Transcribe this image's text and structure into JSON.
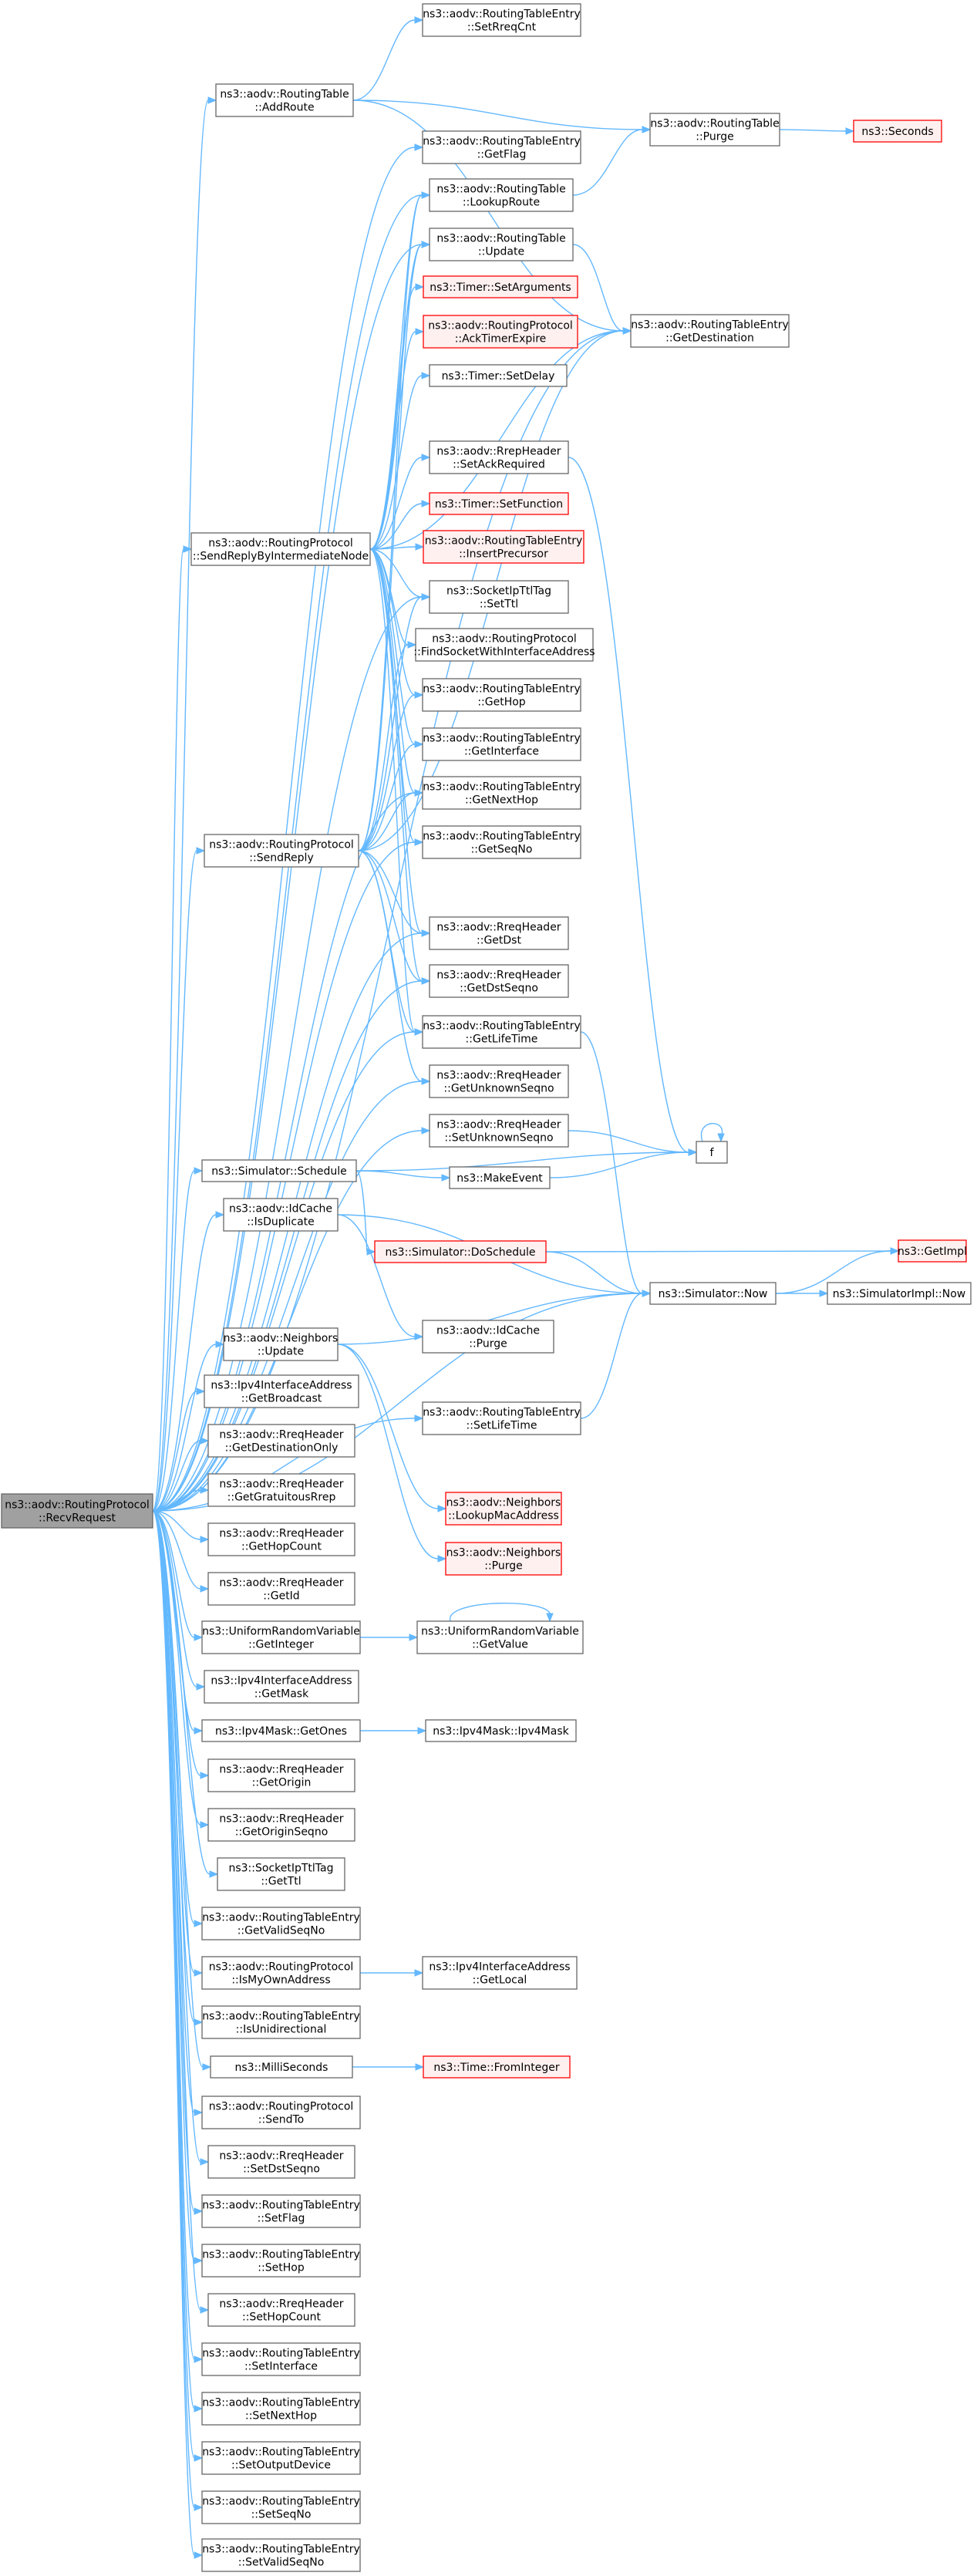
{
  "nodes": [
    {
      "id": "root",
      "lines": [
        "ns3::aodv::RoutingProtocol",
        "::RecvRequest"
      ],
      "style": "root"
    },
    {
      "id": "addRoute",
      "lines": [
        "ns3::aodv::RoutingTable",
        "::AddRoute"
      ]
    },
    {
      "id": "setRreqCnt",
      "lines": [
        "ns3::aodv::RoutingTableEntry",
        "::SetRreqCnt"
      ]
    },
    {
      "id": "getFlag",
      "lines": [
        "ns3::aodv::RoutingTableEntry",
        "::GetFlag"
      ]
    },
    {
      "id": "purgeRT",
      "lines": [
        "ns3::aodv::RoutingTable",
        "::Purge"
      ]
    },
    {
      "id": "seconds",
      "lines": [
        "ns3::Seconds"
      ],
      "style": "red"
    },
    {
      "id": "lookupRoute",
      "lines": [
        "ns3::aodv::RoutingTable",
        "::LookupRoute"
      ]
    },
    {
      "id": "updateRT",
      "lines": [
        "ns3::aodv::RoutingTable",
        "::Update"
      ]
    },
    {
      "id": "getDestination",
      "lines": [
        "ns3::aodv::RoutingTableEntry",
        "::GetDestination"
      ]
    },
    {
      "id": "setArguments",
      "lines": [
        "ns3::Timer::SetArguments"
      ],
      "style": "red"
    },
    {
      "id": "ackTimerExpire",
      "lines": [
        "ns3::aodv::RoutingProtocol",
        "::AckTimerExpire"
      ],
      "style": "red"
    },
    {
      "id": "setDelay",
      "lines": [
        "ns3::Timer::SetDelay"
      ]
    },
    {
      "id": "setAckRequired",
      "lines": [
        "ns3::aodv::RrepHeader",
        "::SetAckRequired"
      ]
    },
    {
      "id": "setFunction",
      "lines": [
        "ns3::Timer::SetFunction"
      ],
      "style": "red"
    },
    {
      "id": "insertPrecursor",
      "lines": [
        "ns3::aodv::RoutingTableEntry",
        "::InsertPrecursor"
      ],
      "style": "red"
    },
    {
      "id": "sendReplyByIntermediate",
      "lines": [
        "ns3::aodv::RoutingProtocol",
        "::SendReplyByIntermediateNode"
      ]
    },
    {
      "id": "setTtl",
      "lines": [
        "ns3::SocketIpTtlTag",
        "::SetTtl"
      ]
    },
    {
      "id": "findSocket",
      "lines": [
        "ns3::aodv::RoutingProtocol",
        "::FindSocketWithInterfaceAddress"
      ]
    },
    {
      "id": "getHop",
      "lines": [
        "ns3::aodv::RoutingTableEntry",
        "::GetHop"
      ]
    },
    {
      "id": "getInterface",
      "lines": [
        "ns3::aodv::RoutingTableEntry",
        "::GetInterface"
      ]
    },
    {
      "id": "getNextHop",
      "lines": [
        "ns3::aodv::RoutingTableEntry",
        "::GetNextHop"
      ]
    },
    {
      "id": "sendReply",
      "lines": [
        "ns3::aodv::RoutingProtocol",
        "::SendReply"
      ]
    },
    {
      "id": "getSeqNo",
      "lines": [
        "ns3::aodv::RoutingTableEntry",
        "::GetSeqNo"
      ]
    },
    {
      "id": "getDst",
      "lines": [
        "ns3::aodv::RreqHeader",
        "::GetDst"
      ]
    },
    {
      "id": "getDstSeqno",
      "lines": [
        "ns3::aodv::RreqHeader",
        "::GetDstSeqno"
      ]
    },
    {
      "id": "getLifeTime",
      "lines": [
        "ns3::aodv::RoutingTableEntry",
        "::GetLifeTime"
      ]
    },
    {
      "id": "getUnknownSeqno",
      "lines": [
        "ns3::aodv::RreqHeader",
        "::GetUnknownSeqno"
      ]
    },
    {
      "id": "setUnknownSeqno",
      "lines": [
        "ns3::aodv::RreqHeader",
        "::SetUnknownSeqno"
      ]
    },
    {
      "id": "f",
      "lines": [
        "f"
      ]
    },
    {
      "id": "schedule",
      "lines": [
        "ns3::Simulator::Schedule"
      ]
    },
    {
      "id": "makeEvent",
      "lines": [
        "ns3::MakeEvent"
      ]
    },
    {
      "id": "isDuplicate",
      "lines": [
        "ns3::aodv::IdCache",
        "::IsDuplicate"
      ]
    },
    {
      "id": "doSchedule",
      "lines": [
        "ns3::Simulator::DoSchedule"
      ],
      "style": "red"
    },
    {
      "id": "getImpl",
      "lines": [
        "ns3::GetImpl"
      ],
      "style": "red"
    },
    {
      "id": "now",
      "lines": [
        "ns3::Simulator::Now"
      ]
    },
    {
      "id": "implNow",
      "lines": [
        "ns3::SimulatorImpl::Now"
      ]
    },
    {
      "id": "idCachePurge",
      "lines": [
        "ns3::aodv::IdCache",
        "::Purge"
      ]
    },
    {
      "id": "neighborsUpdate",
      "lines": [
        "ns3::aodv::Neighbors",
        "::Update"
      ]
    },
    {
      "id": "getBroadcast",
      "lines": [
        "ns3::Ipv4InterfaceAddress",
        "::GetBroadcast"
      ]
    },
    {
      "id": "setLifeTime",
      "lines": [
        "ns3::aodv::RoutingTableEntry",
        "::SetLifeTime"
      ]
    },
    {
      "id": "getDestinationOnly",
      "lines": [
        "ns3::aodv::RreqHeader",
        "::GetDestinationOnly"
      ]
    },
    {
      "id": "lookupMac",
      "lines": [
        "ns3::aodv::Neighbors",
        "::LookupMacAddress"
      ],
      "style": "red"
    },
    {
      "id": "getGratuitous",
      "lines": [
        "ns3::aodv::RreqHeader",
        "::GetGratuitousRrep"
      ]
    },
    {
      "id": "neighborsPurge",
      "lines": [
        "ns3::aodv::Neighbors",
        "::Purge"
      ],
      "style": "red"
    },
    {
      "id": "getHopCount",
      "lines": [
        "ns3::aodv::RreqHeader",
        "::GetHopCount"
      ]
    },
    {
      "id": "getId",
      "lines": [
        "ns3::aodv::RreqHeader",
        "::GetId"
      ]
    },
    {
      "id": "getInteger",
      "lines": [
        "ns3::UniformRandomVariable",
        "::GetInteger"
      ]
    },
    {
      "id": "getValue",
      "lines": [
        "ns3::UniformRandomVariable",
        "::GetValue"
      ]
    },
    {
      "id": "getMask",
      "lines": [
        "ns3::Ipv4InterfaceAddress",
        "::GetMask"
      ]
    },
    {
      "id": "getOnes",
      "lines": [
        "ns3::Ipv4Mask::GetOnes"
      ]
    },
    {
      "id": "ipv4Mask",
      "lines": [
        "ns3::Ipv4Mask::Ipv4Mask"
      ]
    },
    {
      "id": "getOrigin",
      "lines": [
        "ns3::aodv::RreqHeader",
        "::GetOrigin"
      ]
    },
    {
      "id": "getOriginSeqno",
      "lines": [
        "ns3::aodv::RreqHeader",
        "::GetOriginSeqno"
      ]
    },
    {
      "id": "getTtl",
      "lines": [
        "ns3::SocketIpTtlTag",
        "::GetTtl"
      ]
    },
    {
      "id": "getValidSeqNo",
      "lines": [
        "ns3::aodv::RoutingTableEntry",
        "::GetValidSeqNo"
      ]
    },
    {
      "id": "isMyOwnAddress",
      "lines": [
        "ns3::aodv::RoutingProtocol",
        "::IsMyOwnAddress"
      ]
    },
    {
      "id": "getLocal",
      "lines": [
        "ns3::Ipv4InterfaceAddress",
        "::GetLocal"
      ]
    },
    {
      "id": "isUnidirectional",
      "lines": [
        "ns3::aodv::RoutingTableEntry",
        "::IsUnidirectional"
      ]
    },
    {
      "id": "milliSeconds",
      "lines": [
        "ns3::MilliSeconds"
      ]
    },
    {
      "id": "fromInteger",
      "lines": [
        "ns3::Time::FromInteger"
      ],
      "style": "red"
    },
    {
      "id": "sendTo",
      "lines": [
        "ns3::aodv::RoutingProtocol",
        "::SendTo"
      ]
    },
    {
      "id": "setDstSeqno",
      "lines": [
        "ns3::aodv::RreqHeader",
        "::SetDstSeqno"
      ]
    },
    {
      "id": "setFlag",
      "lines": [
        "ns3::aodv::RoutingTableEntry",
        "::SetFlag"
      ]
    },
    {
      "id": "setHop",
      "lines": [
        "ns3::aodv::RoutingTableEntry",
        "::SetHop"
      ]
    },
    {
      "id": "setHopCount",
      "lines": [
        "ns3::aodv::RreqHeader",
        "::SetHopCount"
      ]
    },
    {
      "id": "setInterface",
      "lines": [
        "ns3::aodv::RoutingTableEntry",
        "::SetInterface"
      ]
    },
    {
      "id": "setNextHop",
      "lines": [
        "ns3::aodv::RoutingTableEntry",
        "::SetNextHop"
      ]
    },
    {
      "id": "setOutputDevice",
      "lines": [
        "ns3::aodv::RoutingTableEntry",
        "::SetOutputDevice"
      ]
    },
    {
      "id": "setSeqNo",
      "lines": [
        "ns3::aodv::RoutingTableEntry",
        "::SetSeqNo"
      ]
    },
    {
      "id": "setValidSeqNo",
      "lines": [
        "ns3::aodv::RoutingTableEntry",
        "::SetValidSeqNo"
      ]
    }
  ],
  "edges": [
    [
      "root",
      "addRoute"
    ],
    [
      "root",
      "getFlag"
    ],
    [
      "root",
      "lookupRoute"
    ],
    [
      "root",
      "updateRT"
    ],
    [
      "root",
      "getDestination"
    ],
    [
      "root",
      "sendReplyByIntermediate"
    ],
    [
      "root",
      "setTtl"
    ],
    [
      "root",
      "getNextHop"
    ],
    [
      "root",
      "sendReply"
    ],
    [
      "root",
      "getSeqNo"
    ],
    [
      "root",
      "getDst"
    ],
    [
      "root",
      "getDstSeqno"
    ],
    [
      "root",
      "getLifeTime"
    ],
    [
      "root",
      "getUnknownSeqno"
    ],
    [
      "root",
      "setUnknownSeqno"
    ],
    [
      "root",
      "schedule"
    ],
    [
      "root",
      "isDuplicate"
    ],
    [
      "root",
      "now"
    ],
    [
      "root",
      "neighborsUpdate"
    ],
    [
      "root",
      "getBroadcast"
    ],
    [
      "root",
      "setLifeTime"
    ],
    [
      "root",
      "getDestinationOnly"
    ],
    [
      "root",
      "getGratuitous"
    ],
    [
      "root",
      "getHopCount"
    ],
    [
      "root",
      "getId"
    ],
    [
      "root",
      "getInteger"
    ],
    [
      "root",
      "getMask"
    ],
    [
      "root",
      "getOnes"
    ],
    [
      "root",
      "getOrigin"
    ],
    [
      "root",
      "getOriginSeqno"
    ],
    [
      "root",
      "getTtl"
    ],
    [
      "root",
      "getValidSeqNo"
    ],
    [
      "root",
      "isMyOwnAddress"
    ],
    [
      "root",
      "isUnidirectional"
    ],
    [
      "root",
      "milliSeconds"
    ],
    [
      "root",
      "sendTo"
    ],
    [
      "root",
      "setDstSeqno"
    ],
    [
      "root",
      "setFlag"
    ],
    [
      "root",
      "setHop"
    ],
    [
      "root",
      "setHopCount"
    ],
    [
      "root",
      "setInterface"
    ],
    [
      "root",
      "setNextHop"
    ],
    [
      "root",
      "setOutputDevice"
    ],
    [
      "root",
      "setSeqNo"
    ],
    [
      "root",
      "setValidSeqNo"
    ],
    [
      "addRoute",
      "setRreqCnt"
    ],
    [
      "addRoute",
      "purgeRT"
    ],
    [
      "addRoute",
      "getDestination"
    ],
    [
      "lookupRoute",
      "purgeRT"
    ],
    [
      "purgeRT",
      "seconds"
    ],
    [
      "updateRT",
      "getDestination"
    ],
    [
      "sendReplyByIntermediate",
      "lookupRoute"
    ],
    [
      "sendReplyByIntermediate",
      "updateRT"
    ],
    [
      "sendReplyByIntermediate",
      "setArguments"
    ],
    [
      "sendReplyByIntermediate",
      "ackTimerExpire"
    ],
    [
      "sendReplyByIntermediate",
      "setDelay"
    ],
    [
      "sendReplyByIntermediate",
      "getDestination"
    ],
    [
      "sendReplyByIntermediate",
      "setAckRequired"
    ],
    [
      "sendReplyByIntermediate",
      "setFunction"
    ],
    [
      "sendReplyByIntermediate",
      "insertPrecursor"
    ],
    [
      "sendReplyByIntermediate",
      "setTtl"
    ],
    [
      "sendReplyByIntermediate",
      "findSocket"
    ],
    [
      "sendReplyByIntermediate",
      "getHop"
    ],
    [
      "sendReplyByIntermediate",
      "getInterface"
    ],
    [
      "sendReplyByIntermediate",
      "getNextHop"
    ],
    [
      "sendReplyByIntermediate",
      "getSeqNo"
    ],
    [
      "sendReplyByIntermediate",
      "getLifeTime"
    ],
    [
      "sendReplyByIntermediate",
      "getDst"
    ],
    [
      "sendReplyByIntermediate",
      "getDstSeqno"
    ],
    [
      "setAckRequired",
      "f"
    ],
    [
      "sendReply",
      "lookupRoute"
    ],
    [
      "sendReply",
      "updateRT"
    ],
    [
      "sendReply",
      "setTtl"
    ],
    [
      "sendReply",
      "findSocket"
    ],
    [
      "sendReply",
      "getHop"
    ],
    [
      "sendReply",
      "getInterface"
    ],
    [
      "sendReply",
      "getNextHop"
    ],
    [
      "sendReply",
      "getDestination"
    ],
    [
      "sendReply",
      "getDst"
    ],
    [
      "sendReply",
      "getDstSeqno"
    ],
    [
      "sendReply",
      "getLifeTime"
    ],
    [
      "sendReply",
      "getUnknownSeqno"
    ],
    [
      "getLifeTime",
      "now"
    ],
    [
      "setUnknownSeqno",
      "f"
    ],
    [
      "f",
      "f"
    ],
    [
      "schedule",
      "makeEvent"
    ],
    [
      "schedule",
      "doSchedule"
    ],
    [
      "schedule",
      "f"
    ],
    [
      "makeEvent",
      "f"
    ],
    [
      "isDuplicate",
      "now"
    ],
    [
      "isDuplicate",
      "idCachePurge"
    ],
    [
      "doSchedule",
      "getImpl"
    ],
    [
      "doSchedule",
      "now"
    ],
    [
      "now",
      "getImpl"
    ],
    [
      "now",
      "implNow"
    ],
    [
      "neighborsUpdate",
      "now"
    ],
    [
      "neighborsUpdate",
      "lookupMac"
    ],
    [
      "neighborsUpdate",
      "neighborsPurge"
    ],
    [
      "setLifeTime",
      "now"
    ],
    [
      "getInteger",
      "getValue"
    ],
    [
      "getValue",
      "getValue"
    ],
    [
      "getOnes",
      "ipv4Mask"
    ],
    [
      "isMyOwnAddress",
      "getLocal"
    ],
    [
      "milliSeconds",
      "fromInteger"
    ]
  ]
}
